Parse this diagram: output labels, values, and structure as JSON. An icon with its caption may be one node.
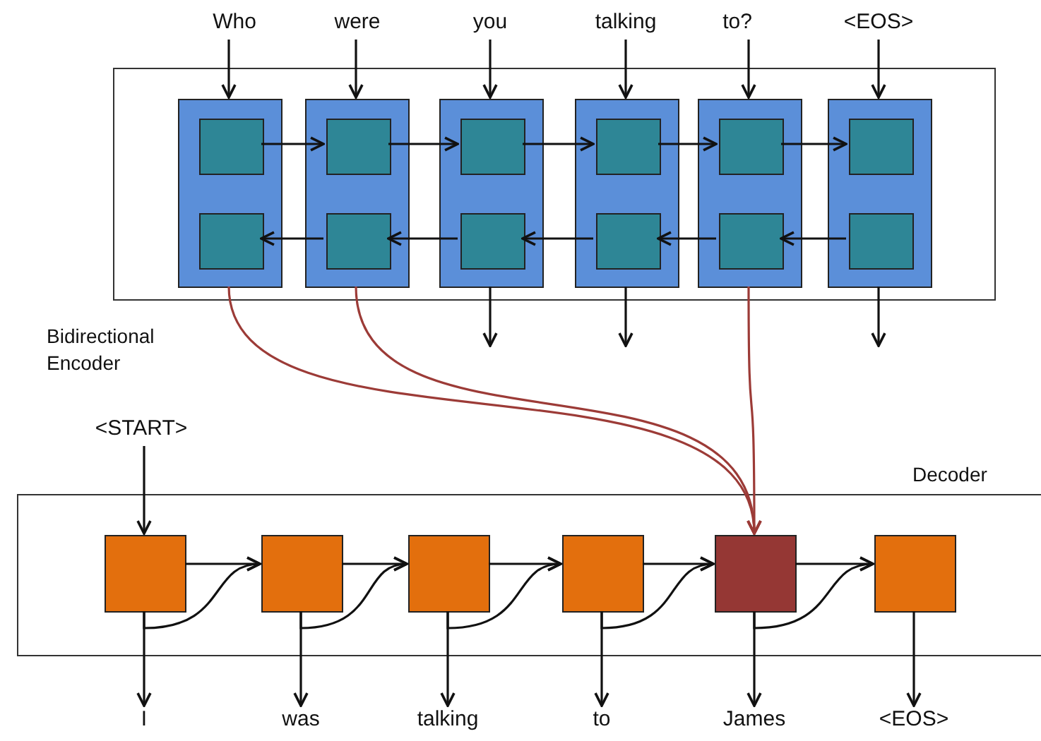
{
  "diagram": {
    "nodes": [
      {
        "text": [
          "Who"
        ]
      },
      {
        "text": [
          "were"
        ]
      },
      {
        "text": [
          "you"
        ]
      },
      {
        "text": [
          "talking"
        ]
      },
      {
        "text": [
          "to?"
        ]
      },
      {
        "text": [
          "<EOS>"
        ]
      },
      {
        "text": [
          "Bidirectional Encoder"
        ]
      },
      {
        "text": [],
        "shape": "box",
        "in": 6
      },
      {
        "text": [],
        "shape": "box",
        "in": 7
      },
      {
        "text": [],
        "shape": "box",
        "in": 7
      },
      {
        "text": [],
        "shape": "box",
        "in": 6
      },
      {
        "text": [],
        "shape": "box",
        "in": 10
      },
      {
        "text": [],
        "shape": "box",
        "in": 10
      },
      {
        "text": [],
        "shape": "box",
        "in": 6
      },
      {
        "text": [],
        "shape": "box",
        "in": 13
      },
      {
        "text": [],
        "shape": "box",
        "in": 13
      },
      {
        "text": [],
        "shape": "box",
        "in": 6
      },
      {
        "text": [],
        "shape": "box",
        "in": 16
      },
      {
        "text": [],
        "shape": "box",
        "in": 16
      },
      {
        "text": [],
        "shape": "box",
        "in": 6
      },
      {
        "text": [],
        "shape": "box",
        "in": 19
      },
      {
        "text": [],
        "shape": "box",
        "in": 19
      },
      {
        "text": [],
        "shape": "box",
        "in": 6
      },
      {
        "text": [],
        "shape": "box",
        "in": 22
      },
      {
        "text": [],
        "shape": "box",
        "in": 22
      },
      {
        "text": [
          "<START>"
        ]
      },
      {
        "text": [
          "Decoder"
        ]
      },
      {
        "text": [],
        "shape": "box",
        "in": 26
      },
      {
        "text": [],
        "shape": "box",
        "in": 26
      },
      {
        "text": [],
        "shape": "box",
        "in": 26
      },
      {
        "text": [],
        "shape": "box",
        "in": 26
      },
      {
        "text": [],
        "shape": "box",
        "in": 26
      },
      {
        "text": [],
        "shape": "box",
        "in": 26
      },
      {
        "text": [
          "I"
        ]
      },
      {
        "text": [
          "was"
        ]
      },
      {
        "text": [
          "talking"
        ]
      },
      {
        "text": [
          "to"
        ]
      },
      {
        "text": [
          "James"
        ]
      },
      {
        "text": [
          "<EOS>"
        ]
      }
    ],
    "edges": [
      {
        "from": 0,
        "to": 7,
        "arrow": "to"
      },
      {
        "from": 1,
        "to": 10,
        "arrow": "to"
      },
      {
        "from": 2,
        "to": 13,
        "arrow": "to"
      },
      {
        "from": 3,
        "to": 16,
        "arrow": "to"
      },
      {
        "from": 4,
        "to": 19,
        "arrow": "to"
      },
      {
        "from": 5,
        "to": 22,
        "arrow": "to"
      },
      {
        "from": 8,
        "to": 11,
        "arrow": "to"
      },
      {
        "from": 11,
        "to": 14,
        "arrow": "to"
      },
      {
        "from": 14,
        "to": 17,
        "arrow": "to"
      },
      {
        "from": 17,
        "to": 20,
        "arrow": "to"
      },
      {
        "from": 20,
        "to": 23,
        "arrow": "to"
      },
      {
        "from": 24,
        "to": 21,
        "arrow": "to"
      },
      {
        "from": 21,
        "to": 18,
        "arrow": "to"
      },
      {
        "from": 18,
        "to": 15,
        "arrow": "to"
      },
      {
        "from": 15,
        "to": 12,
        "arrow": "to"
      },
      {
        "from": 12,
        "to": 9,
        "arrow": "to"
      },
      {
        "from": 13,
        "to": null,
        "arrow": "to"
      },
      {
        "from": 16,
        "to": null,
        "arrow": "to"
      },
      {
        "from": 22,
        "to": null,
        "arrow": "to"
      },
      {
        "from": 7,
        "to": 31,
        "arrow": "to",
        "color": "#9c3b37"
      },
      {
        "from": 10,
        "to": 31,
        "arrow": "to",
        "color": "#9c3b37"
      },
      {
        "from": 19,
        "to": 31,
        "arrow": "to",
        "color": "#9c3b37"
      },
      {
        "from": 25,
        "to": 27,
        "arrow": "to"
      },
      {
        "from": 27,
        "to": 28,
        "arrow": "to"
      },
      {
        "from": 28,
        "to": 29,
        "arrow": "to"
      },
      {
        "from": 29,
        "to": 30,
        "arrow": "to"
      },
      {
        "from": 30,
        "to": 31,
        "arrow": "to"
      },
      {
        "from": 31,
        "to": 32,
        "arrow": "to"
      },
      {
        "from": 27,
        "to": 28,
        "arrow": "to"
      },
      {
        "from": 28,
        "to": 29,
        "arrow": "to"
      },
      {
        "from": 29,
        "to": 30,
        "arrow": "to"
      },
      {
        "from": 30,
        "to": 31,
        "arrow": "to"
      },
      {
        "from": 31,
        "to": 32,
        "arrow": "to"
      },
      {
        "from": 27,
        "to": 33,
        "arrow": "to"
      },
      {
        "from": 28,
        "to": 34,
        "arrow": "to"
      },
      {
        "from": 29,
        "to": 35,
        "arrow": "to"
      },
      {
        "from": 30,
        "to": 36,
        "arrow": "to"
      },
      {
        "from": 31,
        "to": 37,
        "arrow": "to"
      },
      {
        "from": 32,
        "to": 38,
        "arrow": "to"
      }
    ]
  }
}
